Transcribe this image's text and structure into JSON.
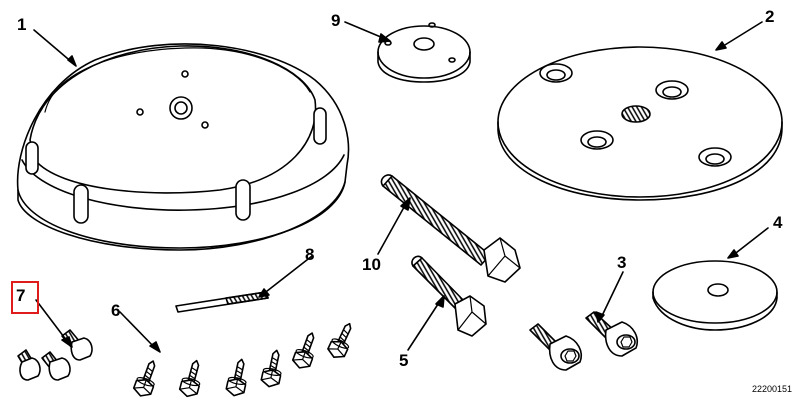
{
  "callouts": {
    "c1": "1",
    "c2": "2",
    "c3": "3",
    "c4": "4",
    "c5": "5",
    "c6": "6",
    "c7": "7",
    "c8": "8",
    "c9": "9",
    "c10": "10"
  },
  "figure_number": "22200151",
  "highlight": {
    "target": "7",
    "color": "#e01b1b"
  }
}
